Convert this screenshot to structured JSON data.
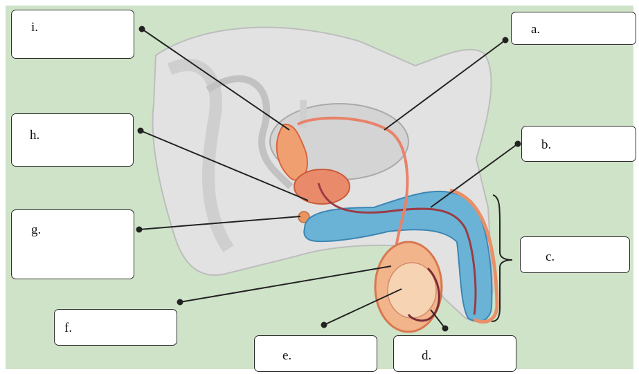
{
  "colors": {
    "background": "#cfe3c8",
    "silhouette": "#dedede",
    "organ_pink": "#f0a88a",
    "organ_dark": "#d9653f",
    "tissue_blue": "#5aa9cf",
    "leader_line": "#222222"
  },
  "labels": [
    {
      "id": "a",
      "text": "a."
    },
    {
      "id": "b",
      "text": "b."
    },
    {
      "id": "c",
      "text": "c."
    },
    {
      "id": "d",
      "text": "d."
    },
    {
      "id": "e",
      "text": "e."
    },
    {
      "id": "f",
      "text": "f."
    },
    {
      "id": "g",
      "text": "g."
    },
    {
      "id": "h",
      "text": "h."
    },
    {
      "id": "i",
      "text": "i."
    }
  ]
}
